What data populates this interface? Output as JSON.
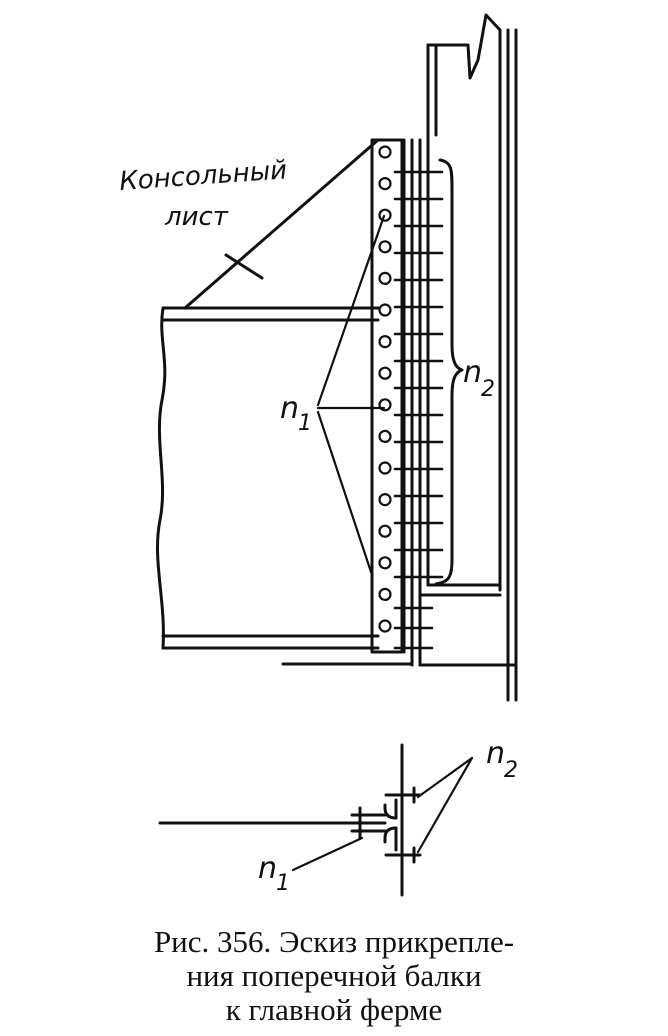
{
  "labels": {
    "console_plate_line1": "Консольный",
    "console_plate_line2": "лист",
    "n1": "n",
    "n1_sub": "1",
    "n2": "n",
    "n2_sub": "2"
  },
  "caption": {
    "line1": "Рис. 356.  Эскиз прикрепле-",
    "line2": "ния поперечной балки",
    "line3": "к главной ферме"
  }
}
